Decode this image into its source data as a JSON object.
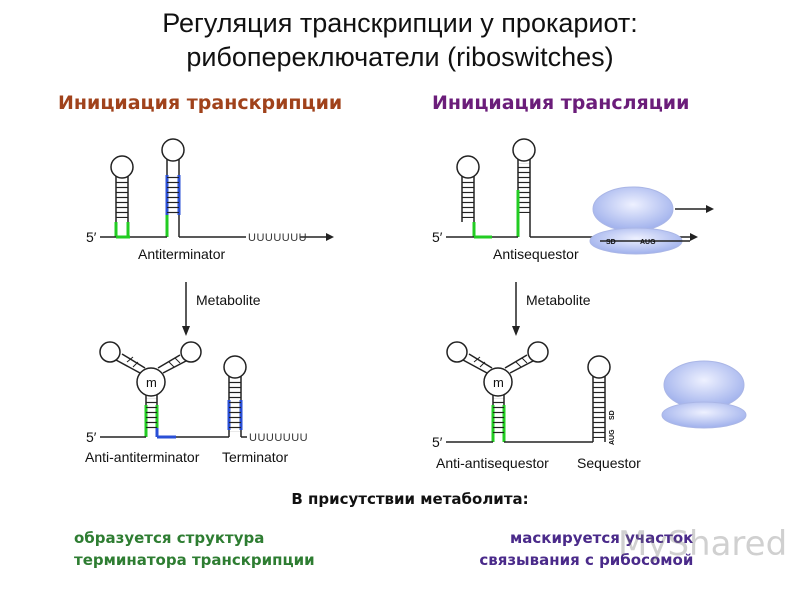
{
  "title": {
    "line1": "Регуляция транскрипции у прокариот:",
    "line2": "рибопереключатели (riboswitches)"
  },
  "columns": {
    "left_heading": "Инициация транскрипции",
    "right_heading": "Инициация трансляции"
  },
  "diagram": {
    "five_prime": "5′",
    "left_top_label": "Antiterminator",
    "left_top_tail": "UUUUUUU",
    "left_arrow_label": "Metabolite",
    "left_bottom_label_1": "Anti-antiterminator",
    "left_bottom_label_2": "Terminator",
    "left_bottom_tail": "UUUUUUU",
    "metabolite_symbol": "m",
    "right_top_label": "Antisequestor",
    "right_arrow_label": "Metabolite",
    "right_bottom_label_1": "Anti-antisequestor",
    "right_bottom_label_2": "Sequestor",
    "sd_label": "SD",
    "aug_label": "AUG"
  },
  "footer": {
    "presence_label": "В присутствии метаболита:",
    "left_line1": "образуется структура",
    "left_line2": "терминатора транскрипции",
    "right_line1": "маскируется участок",
    "right_line2": "связывания с рибосомой"
  },
  "watermark": "MyShared",
  "colors": {
    "green": "#22cc22",
    "blue": "#2a4fd6",
    "ribosome": "#b7c4f2",
    "left_heading": "#a0421b",
    "right_heading": "#6b1d7a"
  }
}
